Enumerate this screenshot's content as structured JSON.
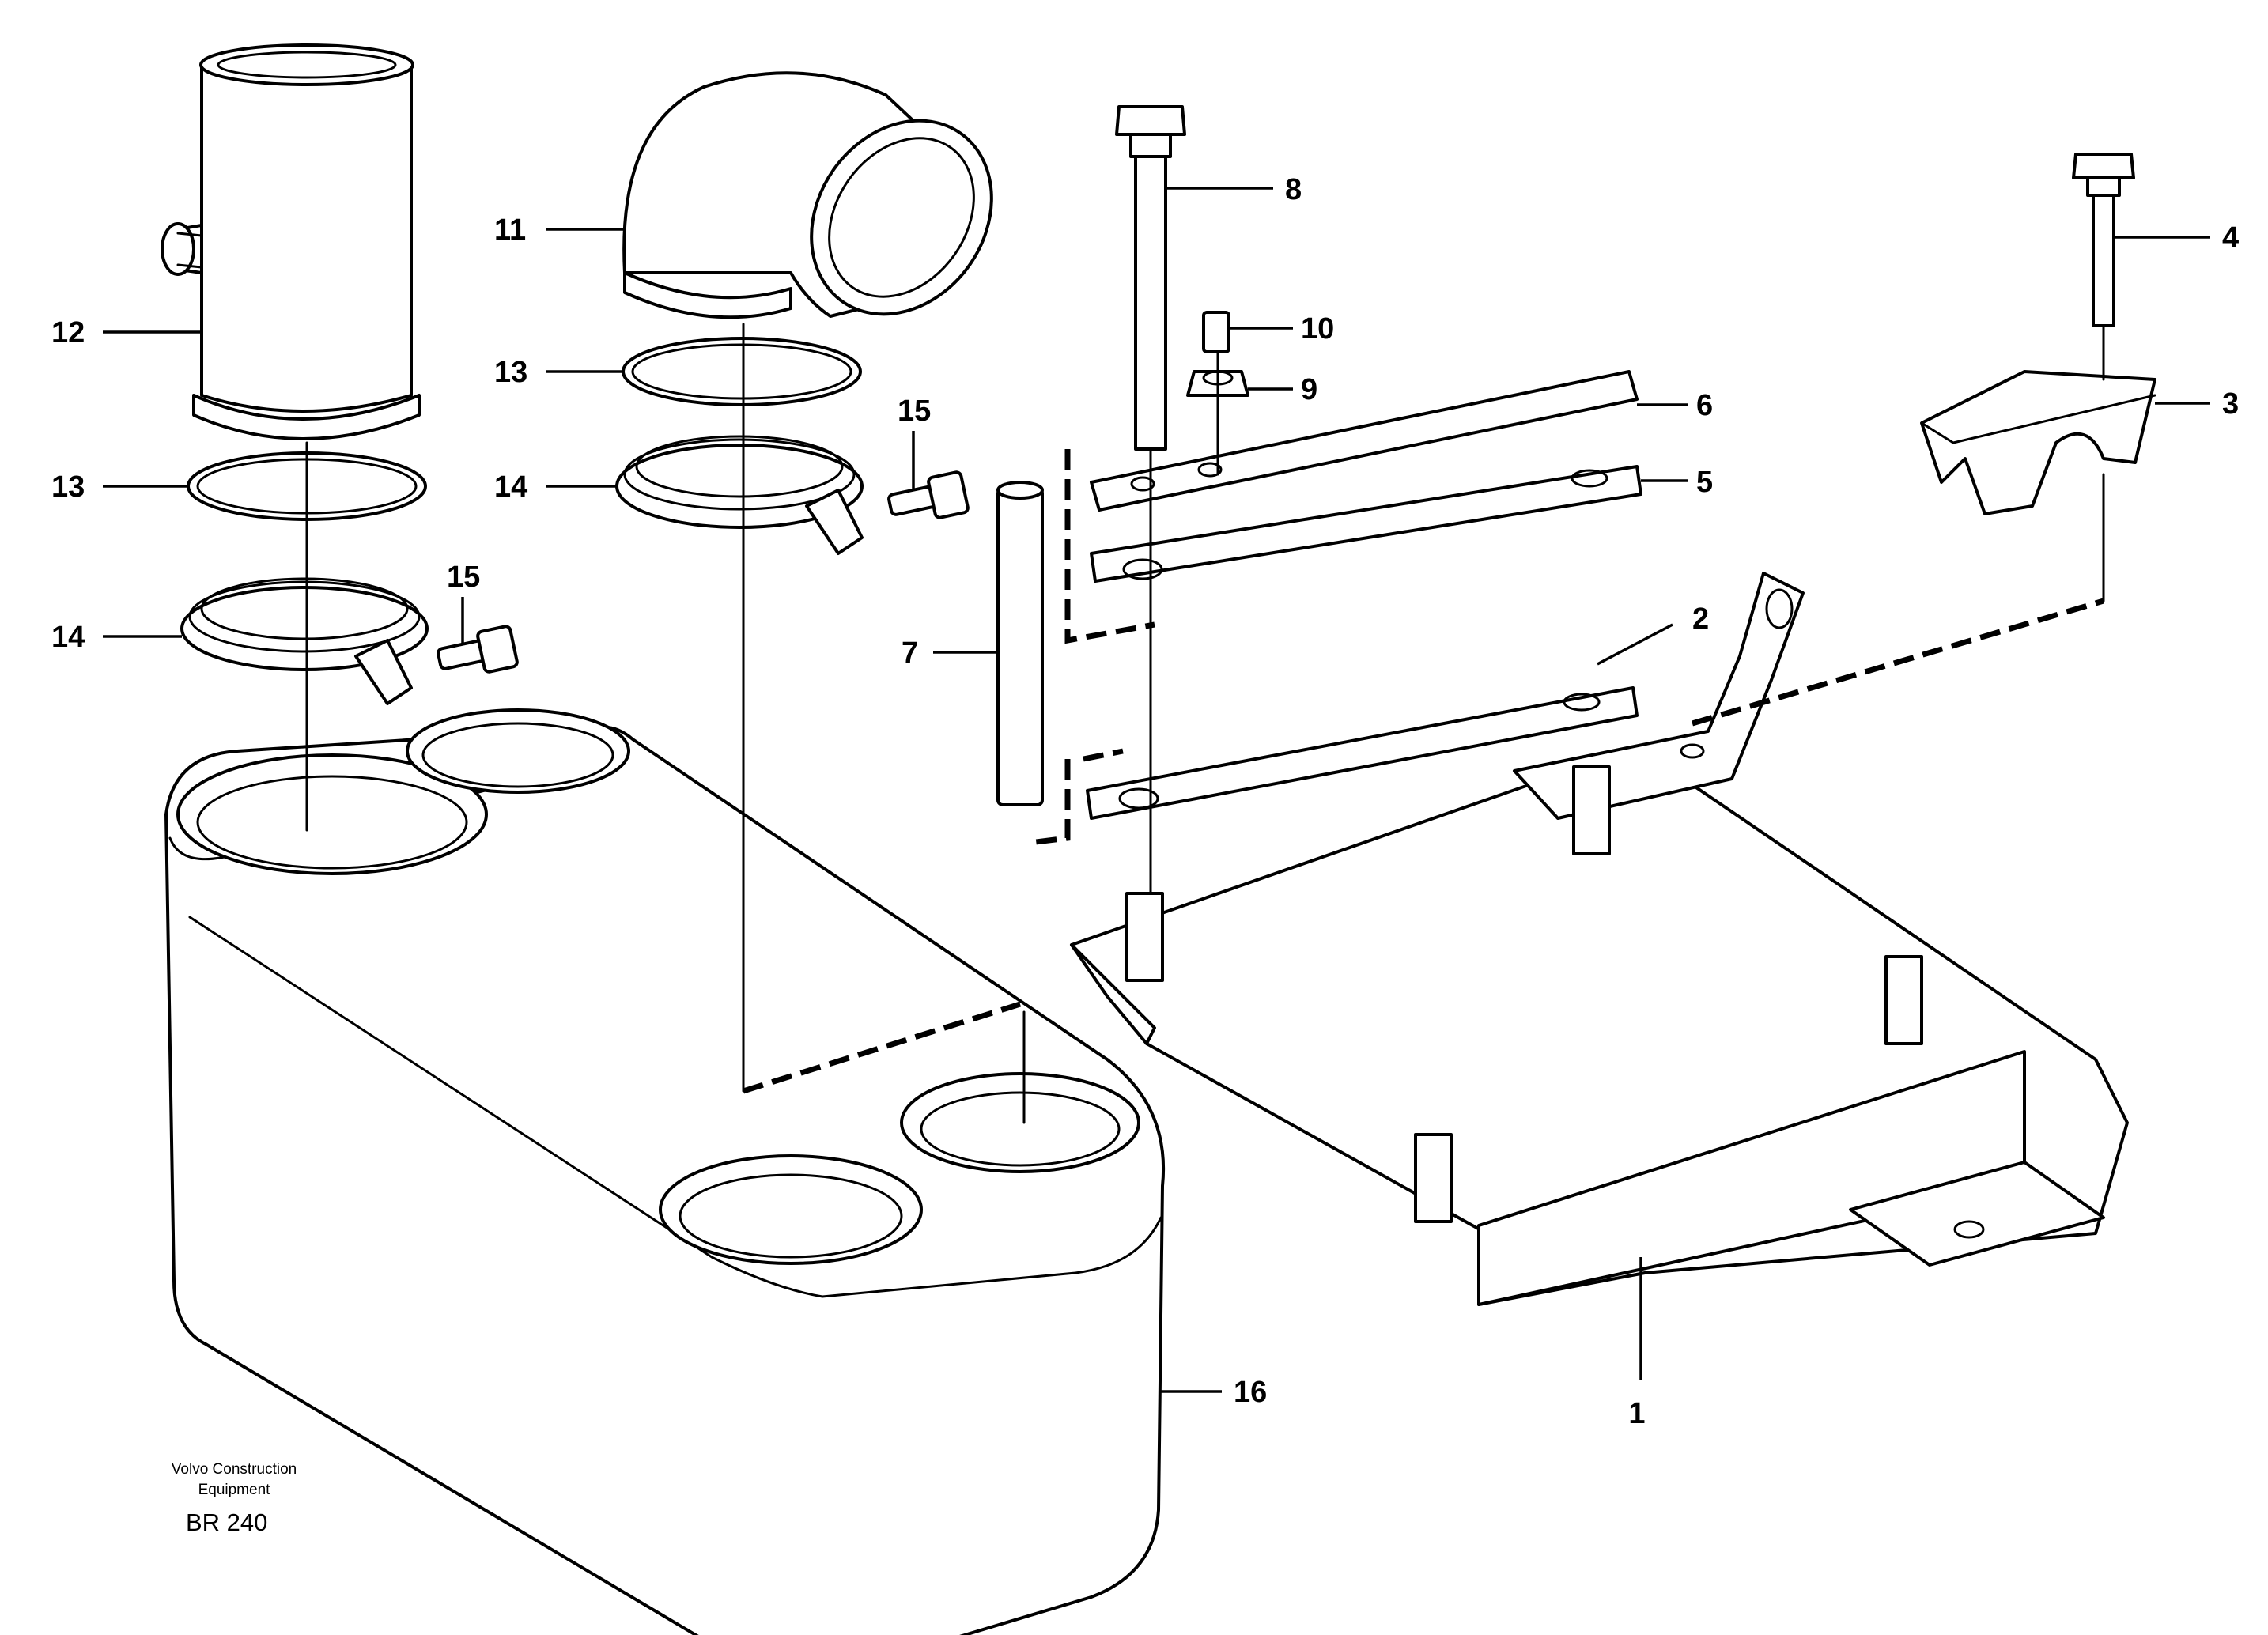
{
  "publisher": {
    "line1": "Volvo Construction",
    "line2": "Equipment"
  },
  "drawing_code": "BR 240",
  "callouts": [
    {
      "id": "c1",
      "number": "1"
    },
    {
      "id": "c2",
      "number": "2"
    },
    {
      "id": "c3",
      "number": "3"
    },
    {
      "id": "c4",
      "number": "4"
    },
    {
      "id": "c5",
      "number": "5"
    },
    {
      "id": "c6",
      "number": "6"
    },
    {
      "id": "c7",
      "number": "7"
    },
    {
      "id": "c8",
      "number": "8"
    },
    {
      "id": "c9",
      "number": "9"
    },
    {
      "id": "c10",
      "number": "10"
    },
    {
      "id": "c11",
      "number": "11"
    },
    {
      "id": "c12",
      "number": "12"
    },
    {
      "id": "c13a",
      "number": "13"
    },
    {
      "id": "c13b",
      "number": "13"
    },
    {
      "id": "c14a",
      "number": "14"
    },
    {
      "id": "c14b",
      "number": "14"
    },
    {
      "id": "c15a",
      "number": "15"
    },
    {
      "id": "c15b",
      "number": "15"
    },
    {
      "id": "c16",
      "number": "16"
    }
  ],
  "colors": {
    "ink": "#000000",
    "paper": "#ffffff"
  }
}
